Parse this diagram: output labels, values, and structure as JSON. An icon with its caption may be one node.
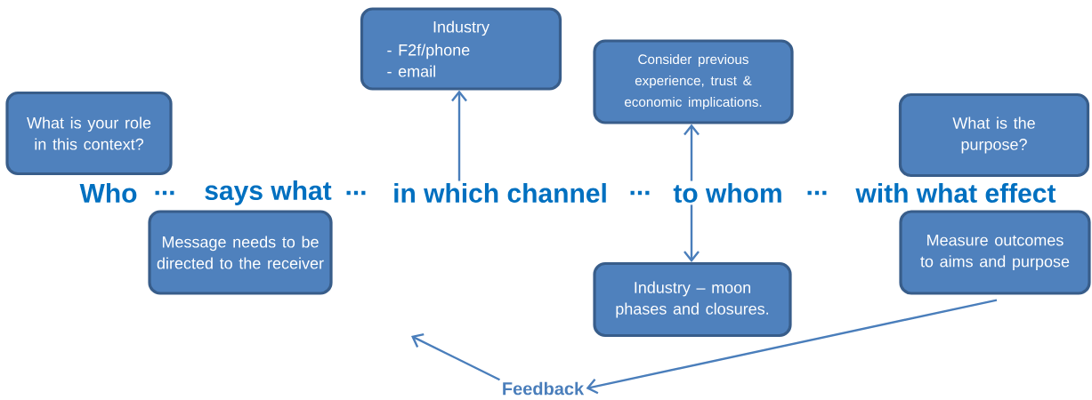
{
  "diagram": {
    "nodes": [
      {
        "text": [
          "Industry",
          "- F2f/phone",
          "- email"
        ]
      },
      {
        "text": [
          "Consider previous experience, trust & economic implications."
        ]
      },
      {
        "text": [
          "What is your role in this context?"
        ]
      },
      {
        "text": [
          "What is the purpose?"
        ]
      },
      {
        "text": [
          "in which channel"
        ]
      },
      {
        "text": [
          "to whom"
        ]
      },
      {
        "text": [
          "Message needs to be directed to the receiver"
        ]
      },
      {
        "text": [
          "Measure outcomes to aims and purpose"
        ]
      },
      {
        "text": [
          "Industry – moon phases and closures."
        ]
      },
      {
        "text": [
          "Feedback"
        ]
      }
    ],
    "edges": [
      {
        "from": 4,
        "to": 0,
        "arrow": "to"
      },
      {
        "from": 5,
        "to": 1,
        "arrow": "to"
      },
      {
        "from": 5,
        "to": 8,
        "arrow": "to"
      },
      {
        "from": 7,
        "to": 9,
        "arrow": "to"
      },
      {
        "from": 9,
        "to": null,
        "arrow": "to"
      }
    ],
    "labels": [
      "Who",
      "...",
      "says what",
      "...",
      "...",
      "...",
      "with what effect"
    ]
  }
}
